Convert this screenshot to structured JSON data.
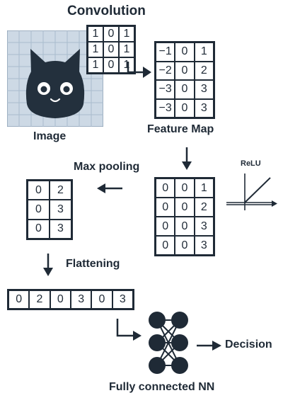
{
  "title": "Convolution",
  "image_label": "Image",
  "kernel": [
    [
      "1",
      "0",
      "1"
    ],
    [
      "1",
      "0",
      "1"
    ],
    [
      "1",
      "0",
      "1"
    ]
  ],
  "feature_map_label": "Feature Map",
  "feature_map": [
    [
      "−1",
      "0",
      "1"
    ],
    [
      "−2",
      "0",
      "2"
    ],
    [
      "−3",
      "0",
      "3"
    ],
    [
      "−3",
      "0",
      "3"
    ]
  ],
  "relu_label": "ReLU",
  "relu_map": [
    [
      "0",
      "0",
      "1"
    ],
    [
      "0",
      "0",
      "2"
    ],
    [
      "0",
      "0",
      "3"
    ],
    [
      "0",
      "0",
      "3"
    ]
  ],
  "max_pooling_label": "Max pooling",
  "pooled": [
    [
      "0",
      "2"
    ],
    [
      "0",
      "3"
    ],
    [
      "0",
      "3"
    ]
  ],
  "flattening_label": "Flattening",
  "flattened": [
    "0",
    "2",
    "0",
    "3",
    "0",
    "3"
  ],
  "nn_label": "Fully connected NN",
  "decision_label": "Decision",
  "colors": {
    "ink": "#1f2a36",
    "grid_bg": "#cdd9e5",
    "grid_line": "#a9bccd",
    "cat": "#23303d"
  },
  "icons": [
    "cat-icon",
    "neural-network-icon",
    "relu-graph-icon",
    "arrow-icon"
  ]
}
